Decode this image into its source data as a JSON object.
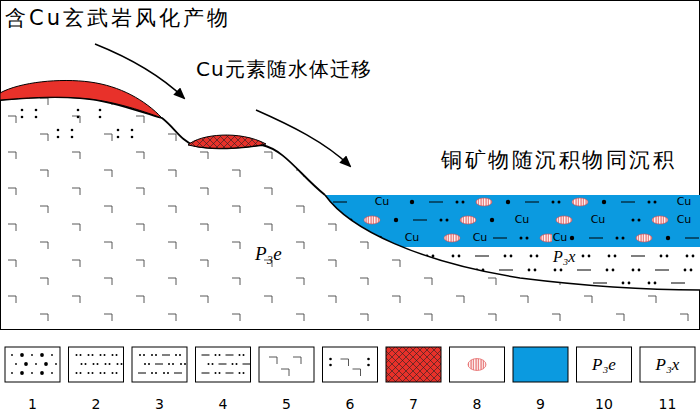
{
  "diagram": {
    "labels": [
      "含Cu玄武岩风化产物",
      "Cu元素随水体迁移",
      "铜矿物随沉积物同沉积",
      "P₃e",
      "P₃x",
      "Cu",
      "Cu",
      "Cu",
      "Cu",
      "Cu",
      "Cu",
      "Cu",
      "Cu",
      "P₃e",
      "P₃x"
    ],
    "legend": [
      {
        "text": "1"
      },
      {
        "text": "2"
      },
      {
        "text": "3"
      },
      {
        "text": "4"
      },
      {
        "text": "5"
      },
      {
        "text": "6"
      },
      {
        "text": "7"
      },
      {
        "text": "8"
      },
      {
        "text": "9",
        "color": "#0b9ae0"
      },
      {
        "text": "10"
      },
      {
        "text": "11"
      }
    ]
  }
}
